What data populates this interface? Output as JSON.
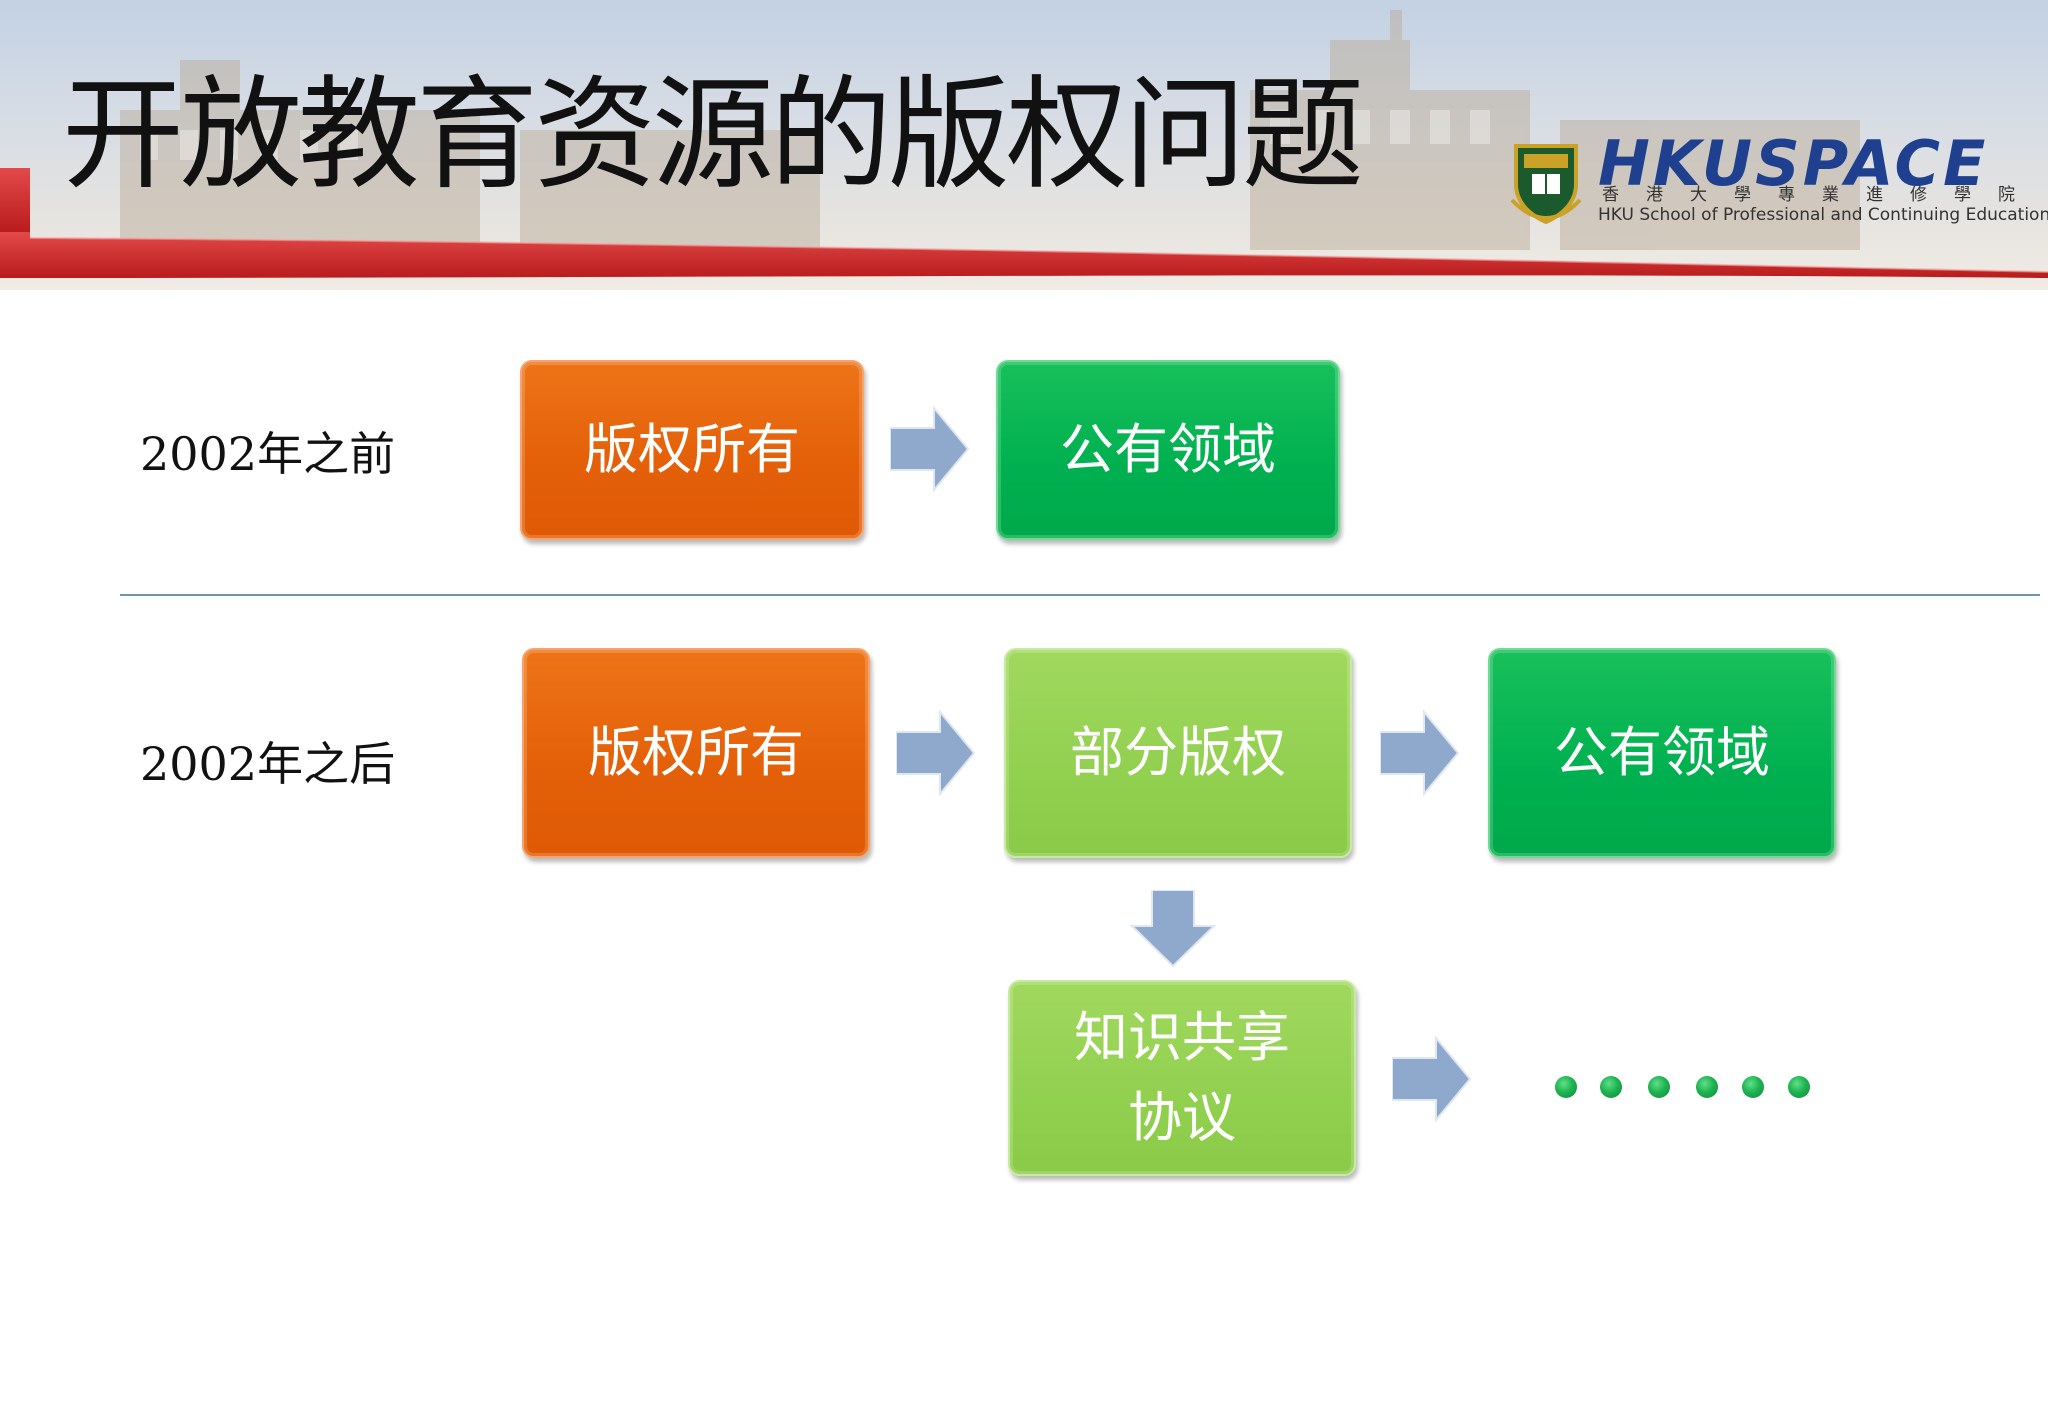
{
  "title": "开放教育资源的版权问题",
  "logo": {
    "wordmark": "HKUSPACE",
    "chinese": "香港大學專業進修學院",
    "english": "HKU School of Professional and Continuing Education"
  },
  "rows": {
    "before": {
      "label": "2002年之前",
      "boxes": [
        "版权所有",
        "公有领域"
      ]
    },
    "after": {
      "label": "2002年之后",
      "boxes": [
        "版权所有",
        "部分版权",
        "公有领域"
      ],
      "branch": {
        "line1": "知识共享",
        "line2": "协议"
      },
      "ellipsis_dots": 6
    }
  },
  "colors": {
    "orange": "#e35f08",
    "green": "#00b050",
    "light_green": "#92d050",
    "arrow": "#8ea9cc",
    "header_red": "#d42a2a"
  }
}
